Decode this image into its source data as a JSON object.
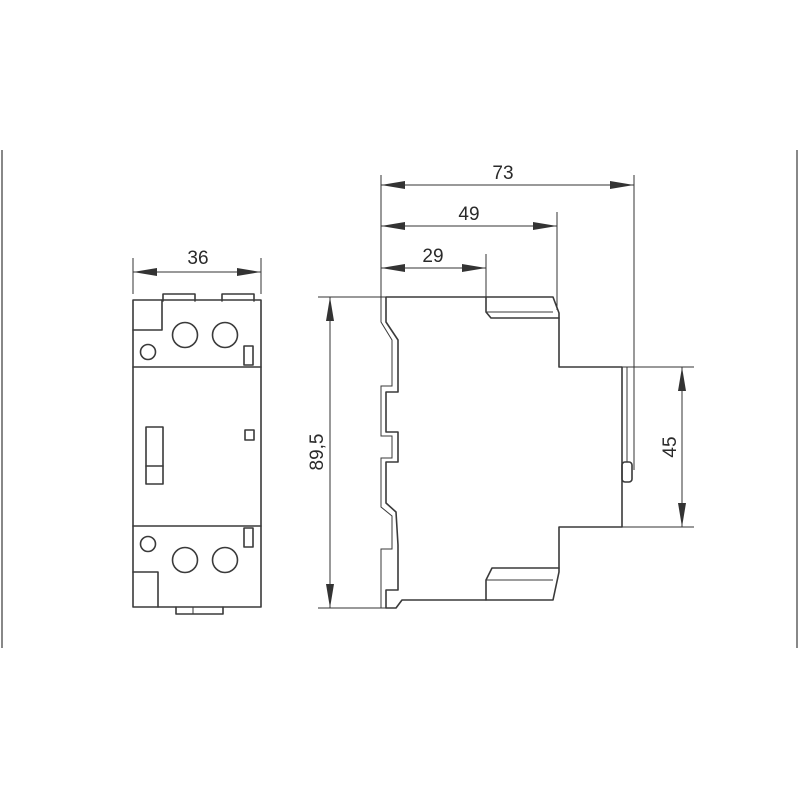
{
  "dimensions": {
    "front_width": "36",
    "side_depth_total": "73",
    "side_depth_mid": "49",
    "side_depth_front": "29",
    "height_total": "89,5",
    "height_front": "45"
  },
  "colors": {
    "line": "#3a3a3a",
    "background": "#ffffff"
  }
}
